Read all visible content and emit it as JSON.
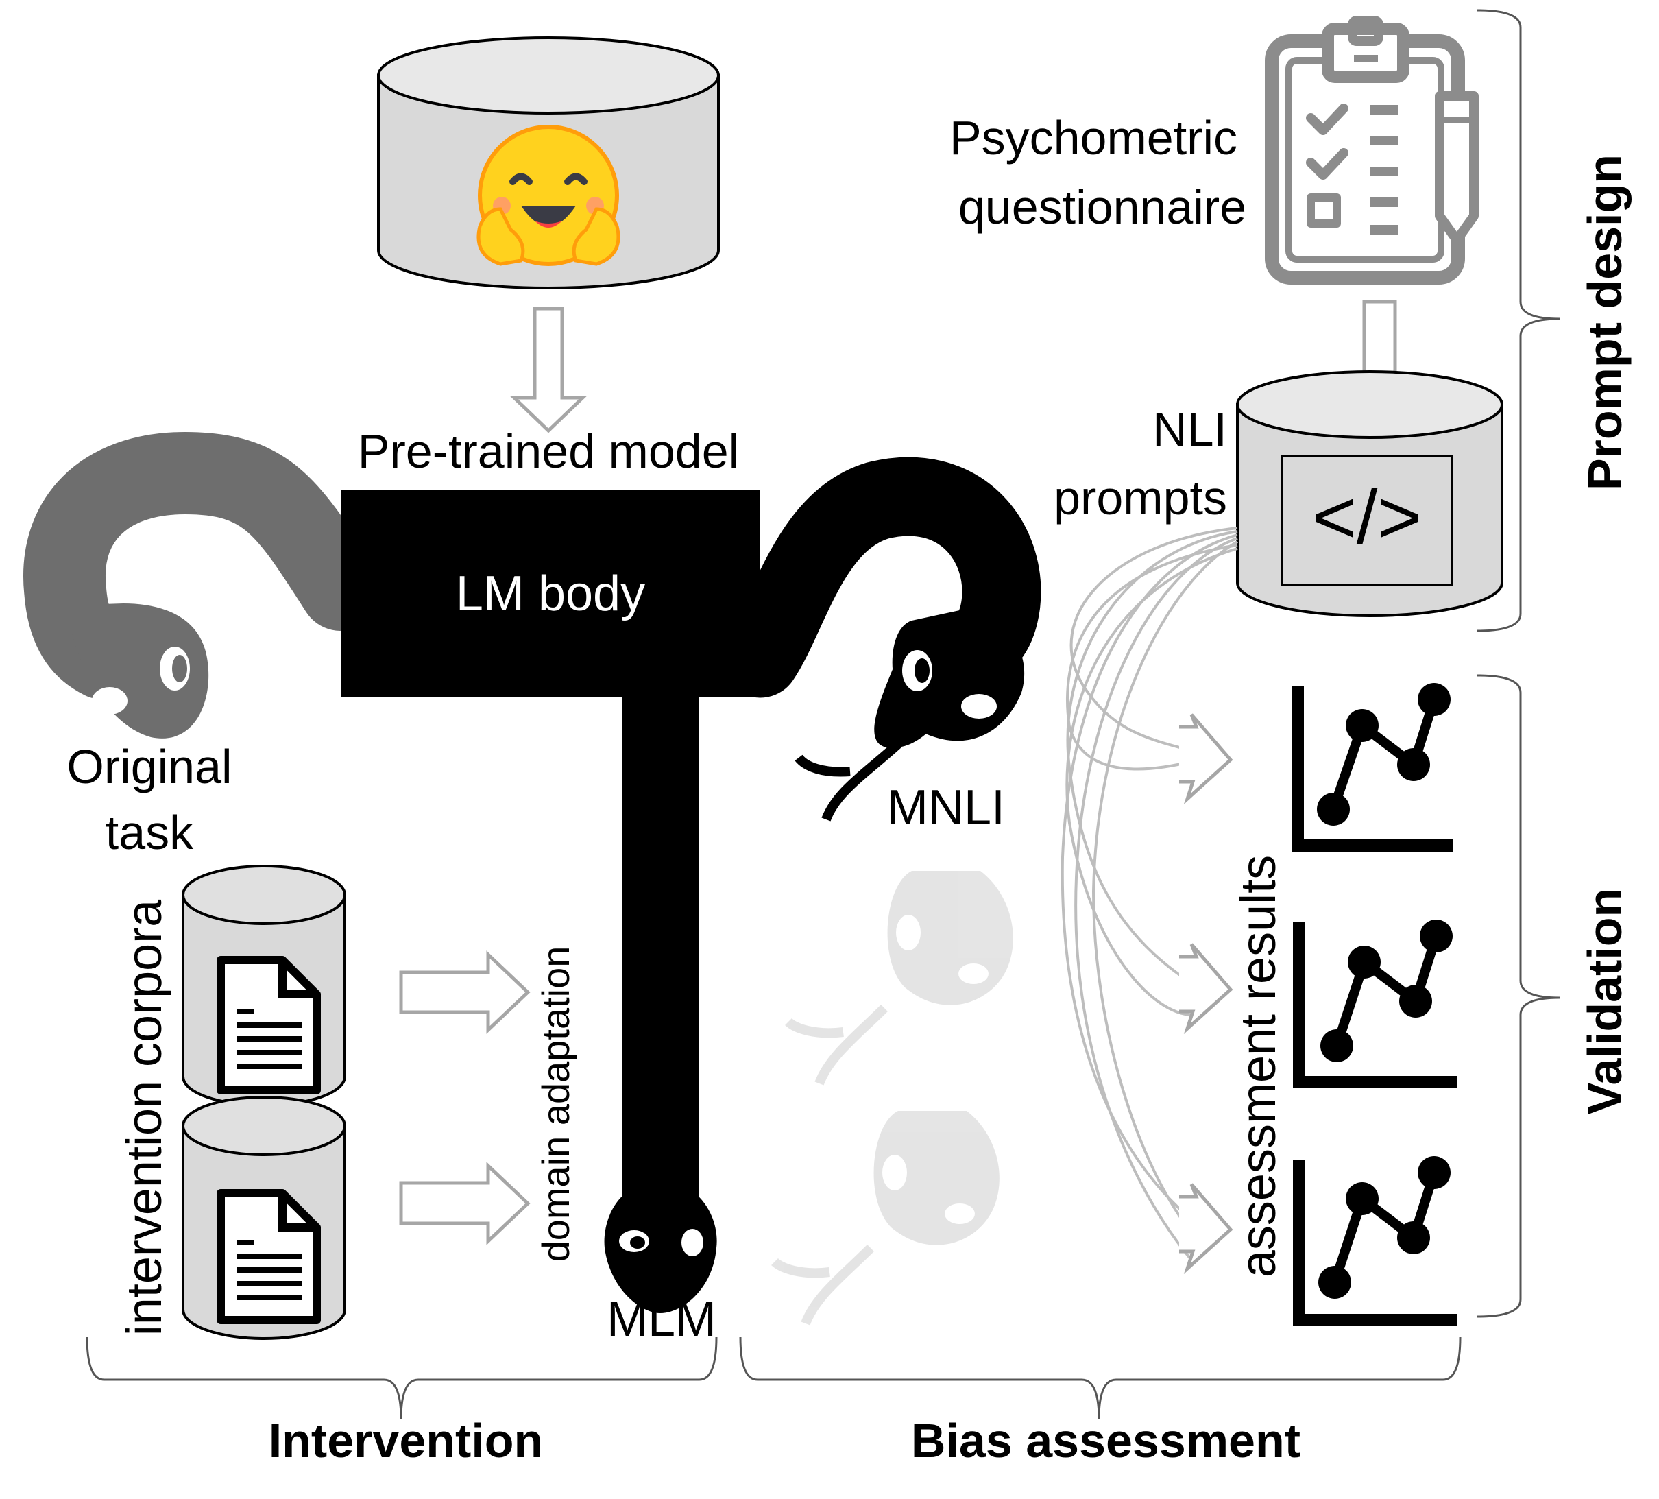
{
  "labels": {
    "pretrained_model": "Pre-trained model",
    "lm_body": "LM body",
    "original_task": [
      "Original",
      "task"
    ],
    "psychometric_questionnaire": [
      "Psychometric",
      "questionnaire"
    ],
    "nli_prompts": [
      "NLI",
      "prompts"
    ],
    "mnli": "MNLI",
    "mlm": "MLM",
    "intervention_corpora": "intervention corpora",
    "domain_adaptation": "domain adaptation",
    "assessment_results": "assessment results",
    "prompt_design": "Prompt design",
    "validation": "Validation",
    "intervention": "Intervention",
    "bias_assessment": "Bias assessment",
    "code_icon_text": "</>"
  },
  "colors": {
    "black": "#000000",
    "dark_gray_snake": "#6e6e6e",
    "light_gray_snake": "#d9d9d9",
    "db_fill": "#d9d9d9",
    "arrow_outline": "#a6a6a6",
    "icon_gray": "#8c8c8c",
    "emoji_yellow": "#ffd21e"
  },
  "icons": [
    "hugging-face-emoji-icon",
    "clipboard-checklist-icon",
    "code-icon",
    "document-icon",
    "line-chart-icon",
    "snake-icon"
  ]
}
